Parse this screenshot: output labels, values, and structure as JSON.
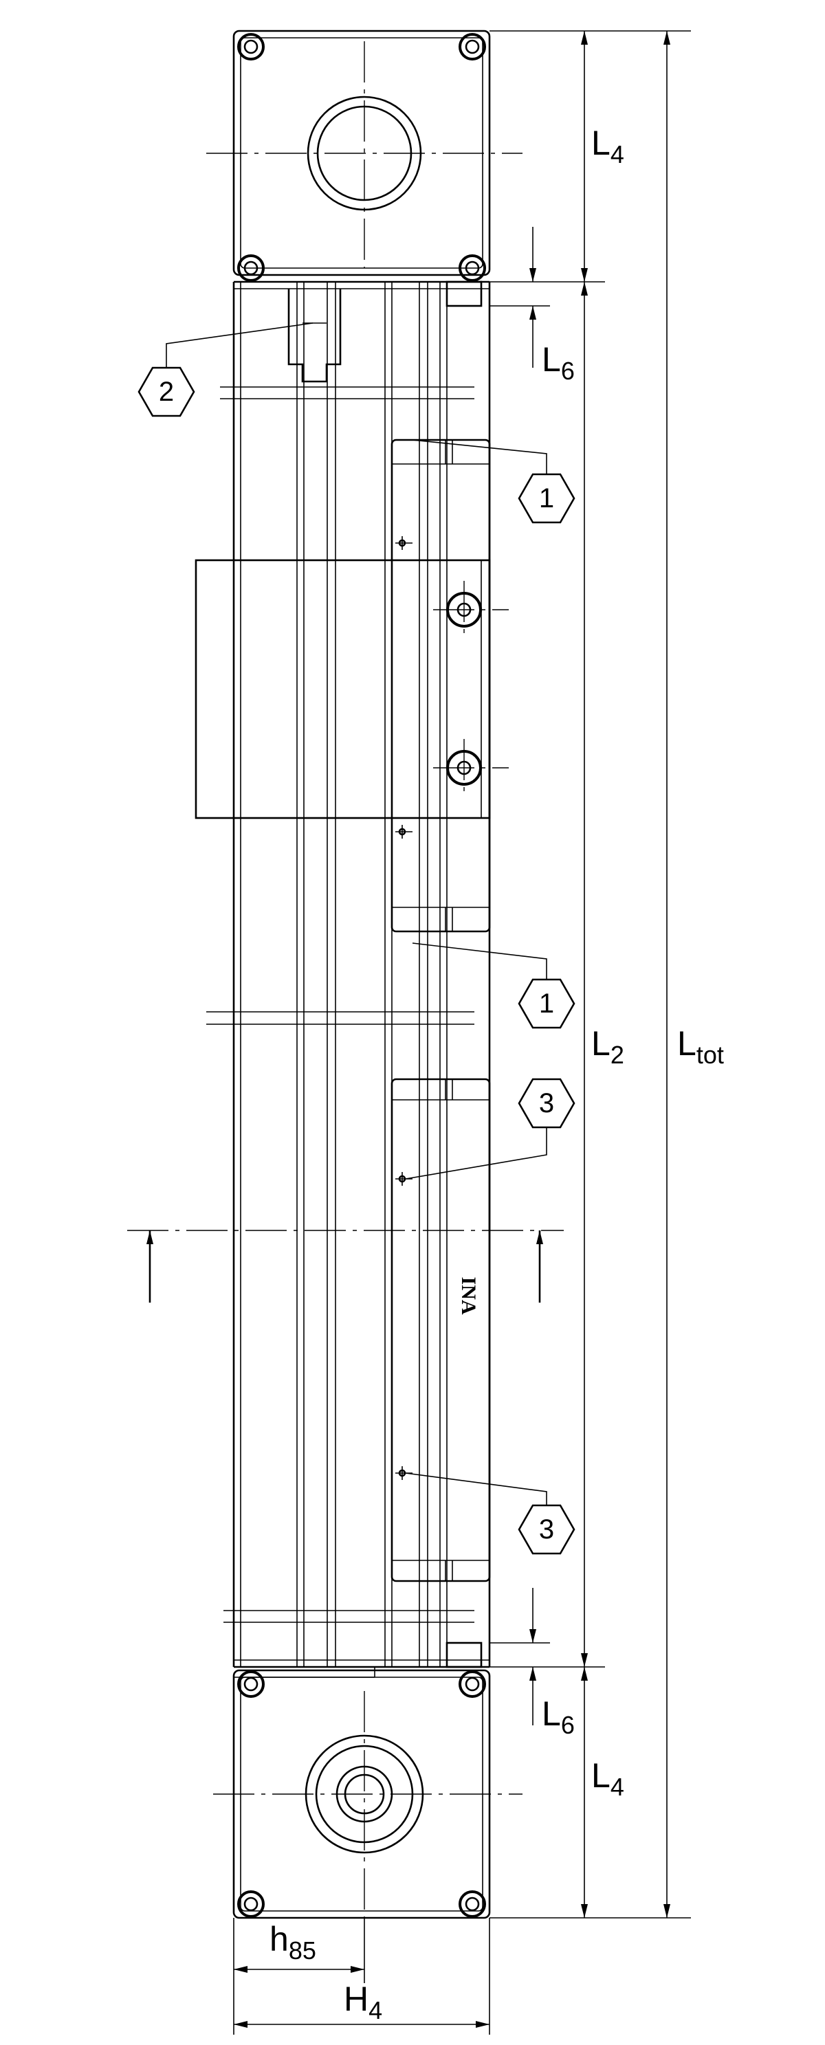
{
  "dimensions": {
    "L4_top": {
      "main": "L",
      "sub": "4"
    },
    "L6_top": {
      "main": "L",
      "sub": "6"
    },
    "L2": {
      "main": "L",
      "sub": "2"
    },
    "Ltot": {
      "main": "L",
      "sub": "tot"
    },
    "L6_bottom": {
      "main": "L",
      "sub": "6"
    },
    "L4_bottom": {
      "main": "L",
      "sub": "4"
    },
    "h85": {
      "main": "h",
      "sub": "85"
    },
    "H4": {
      "main": "H",
      "sub": "4"
    }
  },
  "callouts": [
    "2",
    "1",
    "1",
    "3",
    "3"
  ],
  "logo": "INA"
}
